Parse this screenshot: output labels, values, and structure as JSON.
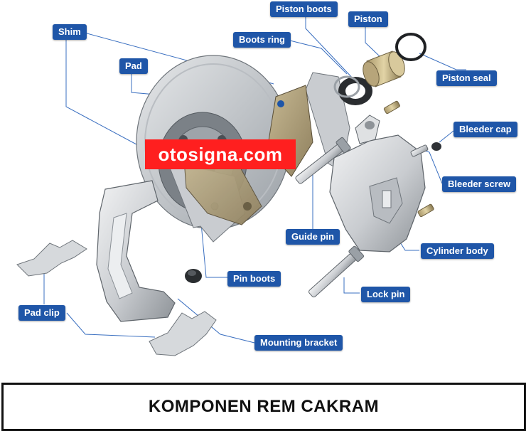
{
  "watermark": "otosigna.com",
  "title": "KOMPONEN REM CAKRAM",
  "labels": {
    "shim": "Shim",
    "pad": "Pad",
    "piston_boots": "Piston boots",
    "piston": "Piston",
    "boots_ring": "Boots ring",
    "piston_seal": "Piston seal",
    "bleeder_cap": "Bleeder cap",
    "bleeder_screw": "Bleeder screw",
    "guide_pin": "Guide pin",
    "cylinder_body": "Cylinder body",
    "pin_boots": "Pin boots",
    "lock_pin": "Lock pin",
    "pad_clip": "Pad clip",
    "mounting_bracket": "Mounting bracket"
  },
  "colors": {
    "callout_bg": "#1f56a8",
    "callout_text": "#ffffff",
    "leader_line": "#3a6fc0",
    "watermark_bg": "#ff1f1f",
    "metal": "#d2d5d8",
    "pad_material": "#a89a78"
  }
}
